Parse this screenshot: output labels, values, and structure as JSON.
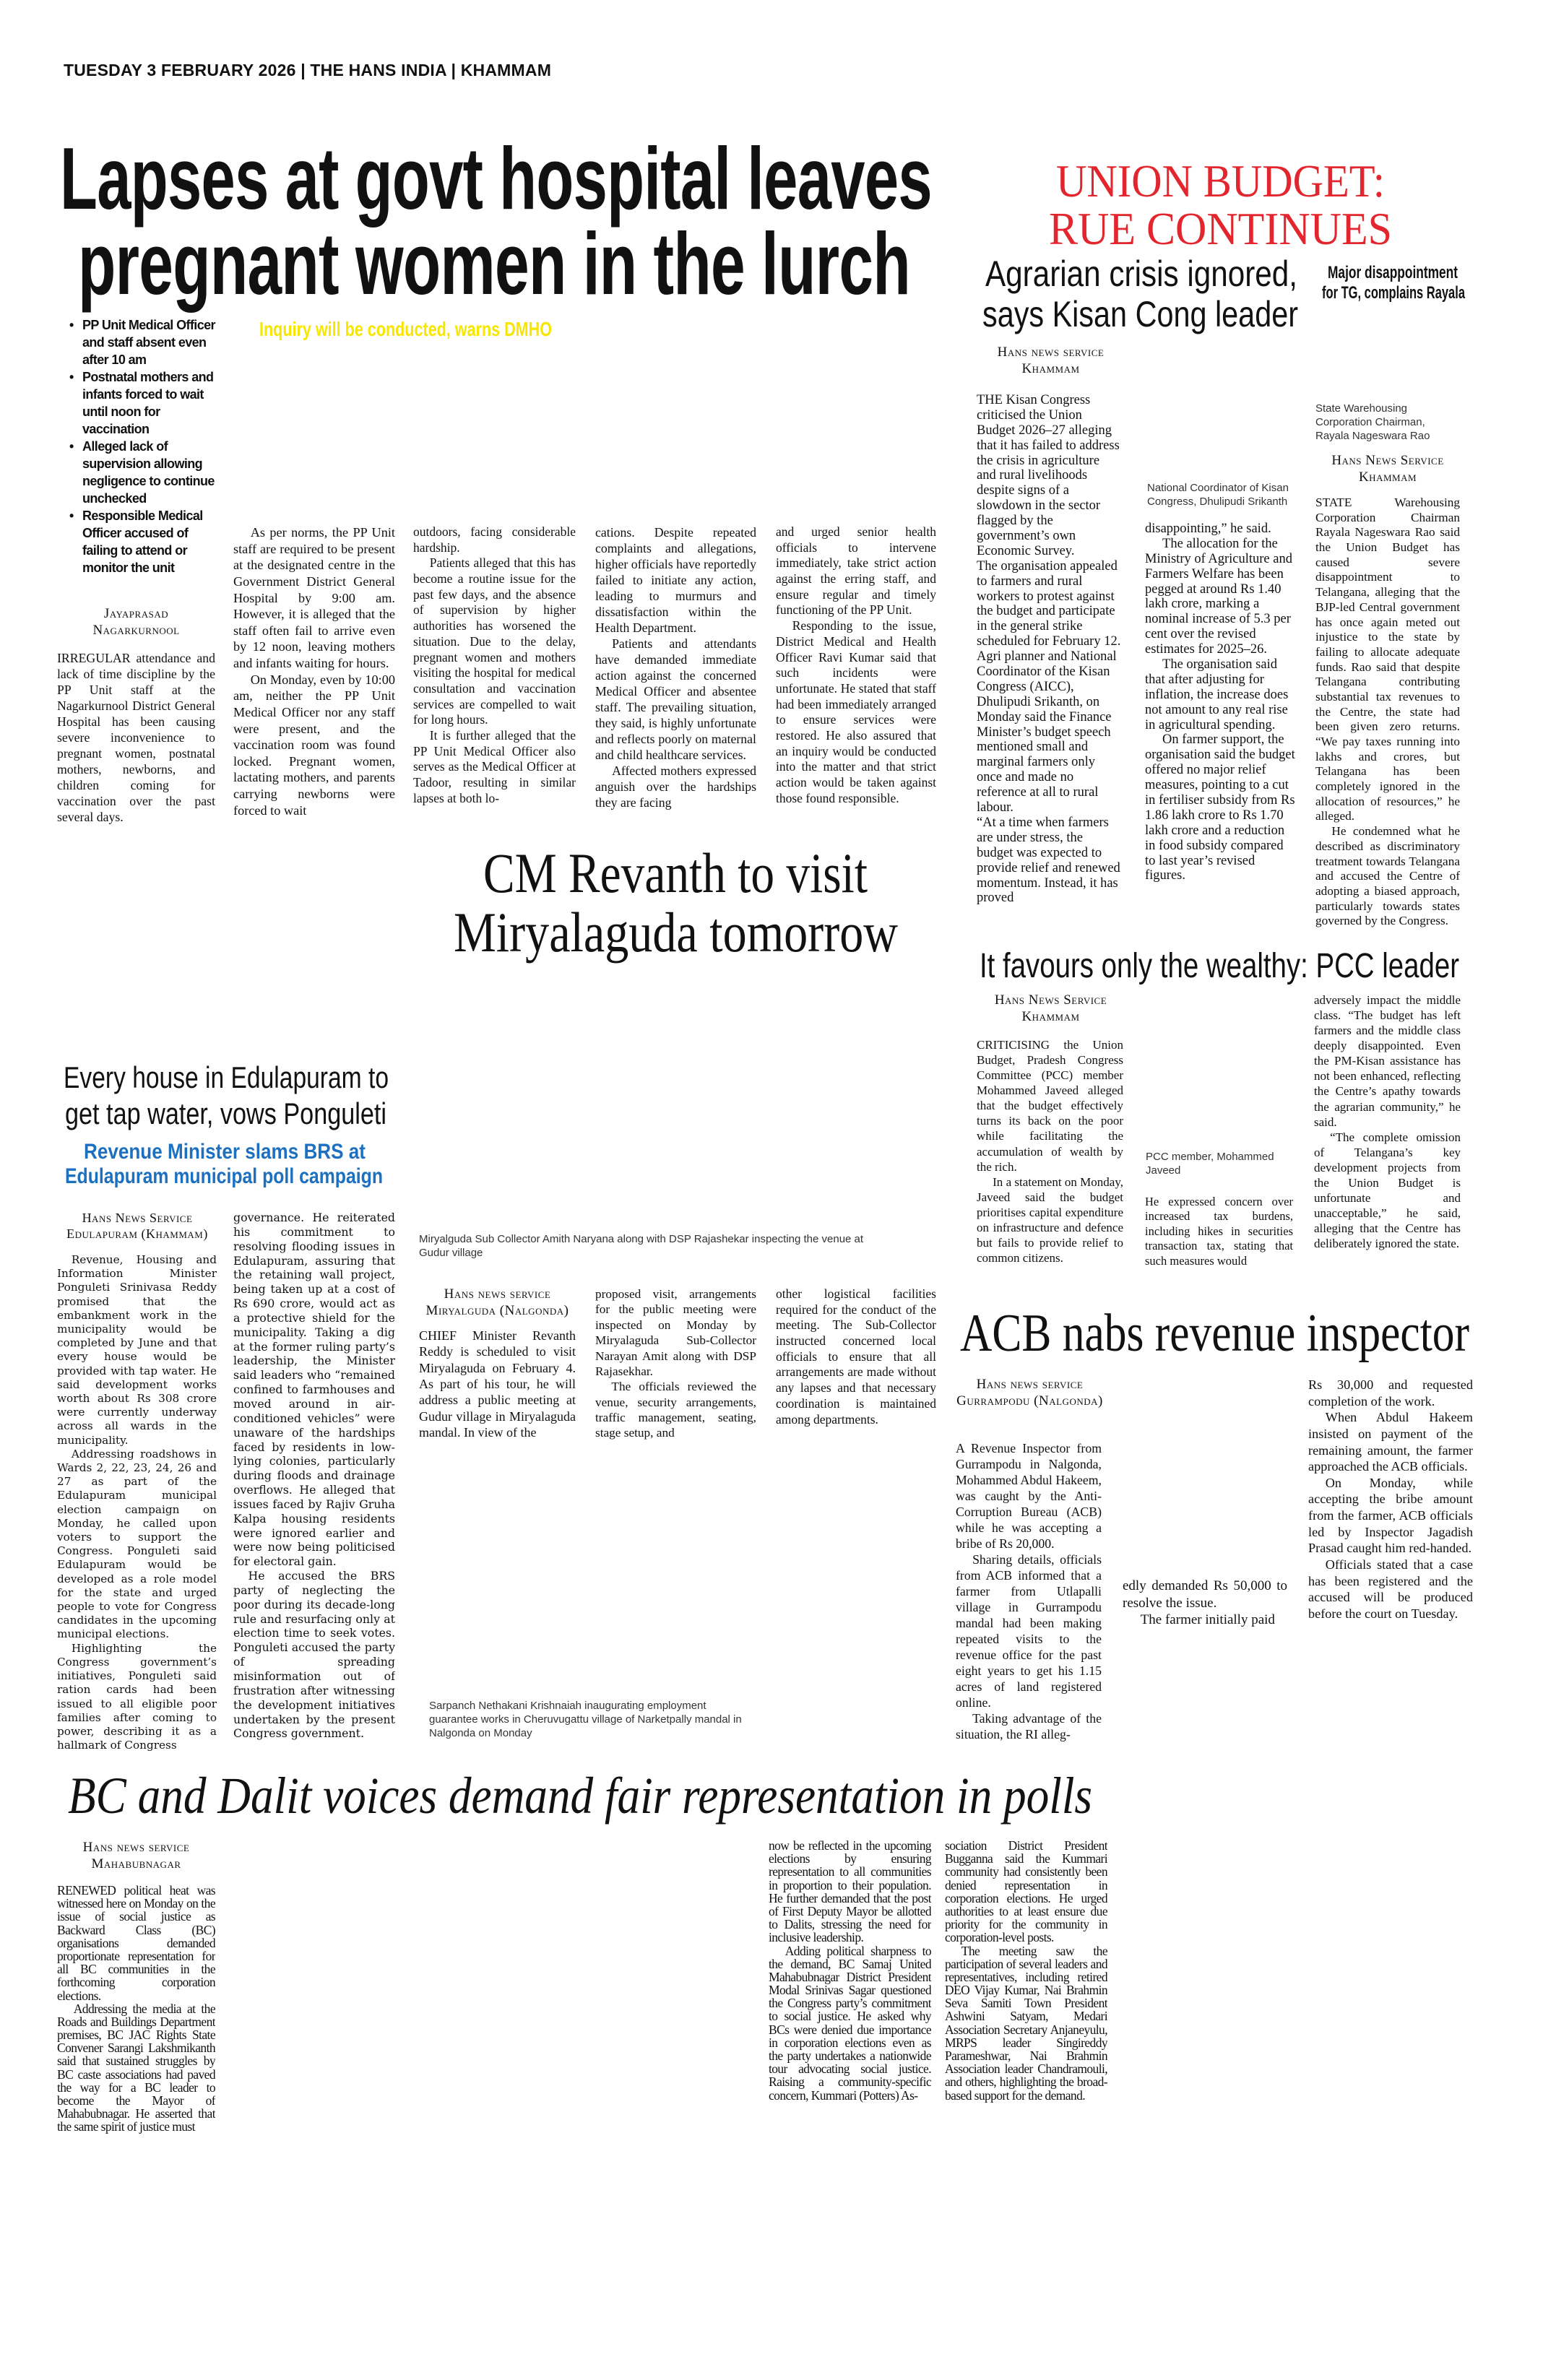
{
  "header": {
    "dateline": "TUESDAY 3 FEBRUARY 2026 | THE HANS INDIA | KHAMMAM"
  },
  "colors": {
    "accent_red": "#e3262d",
    "subhead_yellow": "#f7e600",
    "subhead_blue": "#1d70c0"
  },
  "hospital": {
    "headline": [
      "Lapses at govt hospital leaves",
      "pregnant women in the lurch"
    ],
    "subhead": "Inquiry will be conducted, warns DMHO",
    "highlights": [
      "PP Unit Medical Officer and staff absent even after 10 am",
      "Postnatal mothers and infants forced to wait until noon for vaccination",
      "Alleged lack of supervision allowing negligence to continue unchecked",
      "Responsible Medical Officer accused of failing to attend or monitor the unit"
    ],
    "byline": [
      "Jayaprasad",
      "Nagarkurnool"
    ],
    "columns": [
      [
        "IRREGULAR attendance and lack of time discipline by the PP Unit staff at the Nagarkurnool District General Hospital has been causing severe inconvenience to pregnant women, postnatal mothers, newborns, and children coming for vaccination over the past several days."
      ],
      [
        "As per norms, the PP Unit staff are required to be present at the designated centre in the Government District General Hospital by 9:00 am. However, it is alleged that the staff often fail to arrive even by 12 noon, leaving mothers and infants waiting for hours.",
        "On Monday, even by 10:00 am, neither the PP Unit Medical Officer nor any staff were present, and the vaccination room was found locked. Pregnant women, lactating mothers, and parents carrying newborns were forced to wait"
      ],
      [
        "outdoors, facing considerable hardship.",
        "Patients alleged that this has become a routine issue for the past few days, and the absence of supervision by higher authorities has worsened the situation. Due to the delay, pregnant women and mothers visiting the hospital for medical consultation and vaccination services are compelled to wait for long hours.",
        "It is further alleged that the PP Unit Medical Officer also serves as the Medical Officer at Tadoor, resulting in similar lapses at both lo-"
      ],
      [
        "cations. Despite repeated complaints and allegations, higher officials have reportedly failed to initiate any action, leading to murmurs and dissatisfaction within the Health Department.",
        "Patients and attendants have demanded immediate action against the concerned Medical Officer and absentee staff. The prevailing situation, they said, is highly unfortunate and reflects poorly on maternal and child healthcare services.",
        "Affected mothers expressed anguish over the hardships they are facing"
      ],
      [
        "and urged senior health officials to intervene immediately, take strict action against the erring staff, and ensure regular and timely functioning of the PP Unit.",
        "Responding to the issue, District Medical and Health Officer Ravi Kumar said that such incidents were unfortunate. He stated that staff had been immediately arranged to ensure services were restored. He also assured that an inquiry would be conducted into the matter and that strict action would be taken against those found responsible."
      ]
    ]
  },
  "budget": {
    "kicker": [
      "UNION BUDGET:",
      "RUE CONTINUES"
    ],
    "kisan": {
      "headline": [
        "Agrarian crisis ignored,",
        "says Kisan Cong leader"
      ],
      "byline": [
        "Hans news service",
        "Khammam"
      ],
      "photo_caption": "National Coordinator of Kisan Congress, Dhulipudi Srikanth",
      "columns": [
        [
          "THE Kisan Congress criticised the Union Budget 2026–27 alleging that it has failed to address the crisis in agriculture and rural livelihoods despite signs of a slowdown in the sector flagged by the government’s own Economic Survey.",
          "The organisation appealed to farmers and rural workers to protest against the budget and participate in the general strike scheduled for February 12.",
          "Agri planner and National Coordinator of the Kisan Congress (AICC), Dhulipudi Srikanth, on Monday said the Finance Minister’s budget speech mentioned small and marginal farmers only once and made no reference at all to rural labour.",
          "“At a time when farmers are under stress, the budget was expected to provide relief and renewed momentum. Instead, it has proved"
        ],
        [
          "disappointing,” he said.",
          "The allocation for the Ministry of Agriculture and Farmers Welfare has been pegged at around Rs 1.40 lakh crore, marking a nominal increase of 5.3 per cent over the revised estimates for 2025–26.",
          "The organisation said that after adjusting for inflation, the increase does not amount to any real rise in agricultural spending.",
          "On farmer support, the organisation said the budget offered no major relief measures, pointing to a cut in fertiliser subsidy from Rs 1.86 lakh crore to Rs 1.70 lakh crore and a reduction in food subsidy compared to last year’s revised figures."
        ]
      ]
    },
    "rayala": {
      "headline": [
        "Major disappointment",
        "for TG, complains Rayala"
      ],
      "photo_caption": "State Warehousing Corporation Chairman, Rayala Nageswara Rao",
      "byline": [
        "Hans News Service",
        "Khammam"
      ],
      "columns": [
        [
          "STATE Warehousing Corporation Chairman Rayala Nageswara Rao said the Union Budget has caused severe disappointment to Telangana, alleging that the BJP-led Central government has once again meted out injustice to the state by failing to allocate adequate funds. Rao said that despite Telangana contributing substantial tax revenues to the Centre, the state had been given zero returns. “We pay taxes running into lakhs and crores, but Telangana has been completely ignored in the allocation of resources,” he alleged.",
          "He condemned what he described as discriminatory treatment towards Telangana and accused the Centre of adopting a biased approach, particularly towards states governed by the Congress."
        ]
      ]
    },
    "pcc": {
      "headline": "It favours only the wealthy: PCC leader",
      "byline": [
        "Hans News Service",
        "Khammam"
      ],
      "photo_caption": "PCC member, Mohammed Javeed",
      "columns": [
        [
          "CRITICISING the Union Budget, Pradesh Congress Committee (PCC) member Mohammed Javeed alleged that the budget effectively turns its back on the poor while facilitating the accumulation of wealth by the rich.",
          "In a statement on Monday, Javeed said the budget prioritises capital expenditure on infrastructure and defence but fails to provide relief to common citizens."
        ],
        [
          "He expressed concern over increased tax burdens, including hikes in securities transaction tax, stating that such measures would"
        ],
        [
          "adversely impact the middle class. “The budget has left farmers and the middle class deeply disappointed. Even the PM-Kisan assistance has not been enhanced, reflecting the Centre’s apathy towards the agrarian community,” he said.",
          "“The complete omission of Telangana’s key development projects from the Union Budget is unfortunate and unacceptable,” he said, alleging that the Centre has deliberately ignored the state."
        ]
      ]
    }
  },
  "cm_visit": {
    "headline": [
      "CM Revanth to visit",
      "Miryalaguda tomorrow"
    ],
    "photo_caption": "Miryalguda Sub Collector Amith Naryana along with DSP Rajashekar inspecting the venue at Gudur village",
    "byline": [
      "Hans news service",
      "Miryalguda (Nalgonda)"
    ],
    "columns": [
      [
        "CHIEF Minister Revanth Reddy is scheduled to visit Miryalaguda on February 4. As part of his tour, he will address a public meeting at Gudur village in Miryalaguda mandal. In view of the"
      ],
      [
        "proposed visit, arrangements for the public meeting were inspected on Monday by Miryalaguda Sub-Collector Narayan Amit along with DSP Rajasekhar.",
        "The officials reviewed the venue, security arrangements, traffic management, seating, stage setup, and"
      ],
      [
        "other logistical facilities required for the conduct of the meeting. The Sub-Collector instructed concerned local officials to ensure that all arrangements are made without any lapses and that necessary coordination is maintained among departments."
      ]
    ],
    "second_photo_caption": "Sarpanch Nethakani Krishnaiah inaugurating employment guarantee works in Cheruvugattu village of Narketpally mandal in Nalgonda on Monday"
  },
  "edulapuram": {
    "headline": [
      "Every house in Edulapuram to",
      "get tap water, vows Ponguleti"
    ],
    "subhead": [
      "Revenue Minister slams BRS at",
      "Edulapuram municipal poll campaign"
    ],
    "byline": [
      "Hans News Service",
      "Edulapuram (Khammam)"
    ],
    "columns": [
      [
        "Revenue, Housing and Information Minister Ponguleti Srinivasa Reddy promised that the embankment work in the municipality would be completed by June and that every house would be provided with tap water. He said development works worth about Rs 308 crore were currently underway across all wards in the municipality.",
        "Addressing roadshows in Wards 2, 22, 23, 24, 26 and 27 as part of the Edulapuram municipal election campaign on Monday, he called upon voters to support the Congress. Ponguleti said Edulapuram would be developed as a role model for the state and urged people to vote for Congress candidates in the upcoming municipal elections.",
        "Highlighting the Congress government’s initiatives, Ponguleti said ration cards had been issued to all eligible poor families after coming to power, describing it as a hallmark of Congress"
      ],
      [
        "governance. He reiterated his commitment to resolving flooding issues in Edulapuram, assuring that the retaining wall project, being taken up at a cost of Rs 690 crore, would act as a protective shield for the municipality. Taking a dig at the former ruling party’s leadership, the Minister said leaders who “remained confined to farmhouses and moved around in air-conditioned vehicles” were unaware of the hardships faced by residents in low-lying colonies, particularly during floods and drainage overflows. He alleged that issues faced by Rajiv Gruha Kalpa housing residents were ignored earlier and were now being politicised for electoral gain.",
        "He accused the BRS party of neglecting the poor during its decade-long rule and resurfacing only at election time to seek votes. Ponguleti accused the party of spreading misinformation out of frustration after witnessing the development initiatives undertaken by the present Congress government."
      ]
    ]
  },
  "acb": {
    "headline": "ACB nabs revenue inspector",
    "byline": [
      "Hans news service",
      "Gurrampodu (Nalgonda)"
    ],
    "columns": [
      [
        "A Revenue Inspector from Gurrampodu in Nalgonda, Mohammed Abdul Hakeem, was caught by the Anti-Corruption Bureau (ACB) while he was accepting a bribe of Rs 20,000.",
        "Sharing details, officials from ACB informed that a farmer from Utlapalli village in Gurrampodu mandal had been making repeated visits to the revenue office for the past eight years to get his 1.15 acres of land registered online.",
        "Taking advantage of the situation, the RI alleg-"
      ],
      [
        "edly demanded Rs 50,000 to resolve the issue.",
        "The farmer initially paid"
      ],
      [
        "Rs 30,000 and requested completion of the work.",
        "When Abdul Hakeem insisted on payment of the remaining amount, the farmer approached the ACB officials.",
        "On Monday, while accepting the bribe amount from the farmer, ACB officials led by Inspector Jagadish Prasad caught him red-handed.",
        "Officials stated that a case has been registered and the accused will be produced before the court on Tuesday."
      ]
    ]
  },
  "bc": {
    "headline": "BC and Dalit voices demand fair representation in polls",
    "byline": [
      "Hans news service",
      "Mahabubnagar"
    ],
    "columns": [
      [
        "RENEWED political heat was witnessed here on Monday on the issue of social justice as Backward Class (BC) organisations demanded proportionate representation for all BC communities in the forthcoming corporation elections.",
        "Addressing the media at the Roads and Buildings Department premises, BC JAC Rights State Convener Sarangi Lakshmikanth said that sustained struggles by BC caste associations had paved the way for a BC leader to become the Mayor of Mahabubnagar. He asserted that the same spirit of justice must"
      ],
      [
        "now be reflected in the upcoming elections by ensuring representation to all communities in proportion to their population. He further demanded that the post of First Deputy Mayor be allotted to Dalits, stressing the need for inclusive leadership.",
        "Adding political sharpness to the demand, BC Samaj United Mahabubnagar District President Modal Srinivas Sagar questioned the Congress party’s commitment to social justice. He asked why BCs were denied due importance in corporation elections even as the party undertakes a nationwide tour advocating social justice. Raising a community-specific concern, Kummari (Potters) As-"
      ],
      [
        "sociation District President Bugganna said the Kummari community had consistently been denied representation in corporation elections. He urged authorities to at least ensure due priority for the community in corporation-level posts.",
        "The meeting saw the participation of several leaders and representatives, including retired DEO Vijay Kumar, Nai Brahmin Seva Samiti Town President Ashwini Satyam, Medari Association Secretary Anjaneyulu, MRPS leader Singireddy Parameshwar, Nai Brahmin Association leader Chandramouli, and others, highlighting the broad-based support for the demand."
      ]
    ]
  }
}
